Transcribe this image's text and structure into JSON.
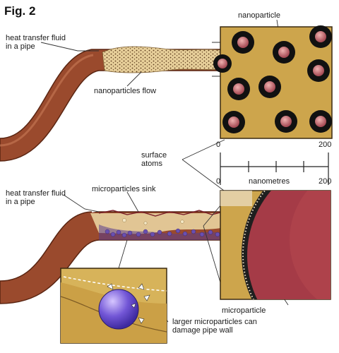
{
  "figure": {
    "label": "Fig. 2"
  },
  "labels": {
    "top_fluid": "heat transfer fluid in a pipe",
    "nanoparticles_flow": "nanoparticles flow",
    "nanoparticle": "nanoparticle",
    "surface_atoms": "surface atoms",
    "bottom_fluid": "heat transfer fluid in a pipe",
    "microparticles_sink": "microparticles sink",
    "microparticle": "microparticle",
    "damage": "larger microparticles can damage pipe wall"
  },
  "scale": {
    "start": "0",
    "end": "200",
    "unit": "nanometres",
    "start2": "0",
    "end2": "200"
  },
  "colors": {
    "pipe": "#9c4a2c",
    "fluid": "#c9a463",
    "box_bg": "#cfa84a",
    "particle": "#b45f63",
    "ring": "#111111",
    "micro": "#a23b45",
    "sphere": "#6a49c8"
  }
}
